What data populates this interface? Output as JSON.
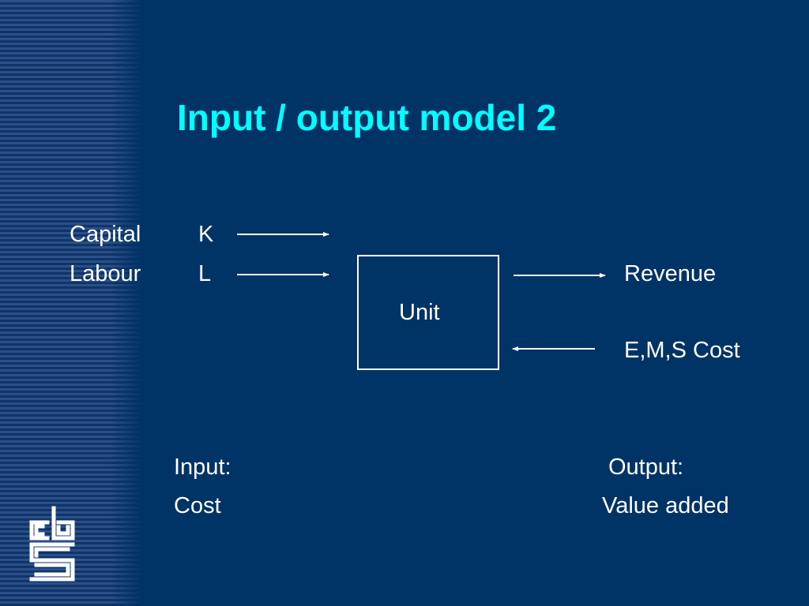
{
  "slide": {
    "title": "Input / output model 2"
  },
  "diagram": {
    "inputs": [
      {
        "name": "Capital",
        "symbol": "K"
      },
      {
        "name": "Labour",
        "symbol": "L"
      }
    ],
    "unit_label": "Unit",
    "outputs": [
      {
        "name": "Revenue",
        "direction": "out"
      },
      {
        "name": "E,M,S Cost",
        "direction": "in"
      }
    ]
  },
  "summary": {
    "input_heading": "Input:",
    "input_value": "Cost",
    "output_heading": "Output:",
    "output_value": "Value added"
  },
  "colors": {
    "background": "#003366",
    "title": "#00ffff",
    "text": "#ffffff"
  },
  "logo": {
    "icon": "cbs-logo-icon",
    "text": "cbs"
  }
}
